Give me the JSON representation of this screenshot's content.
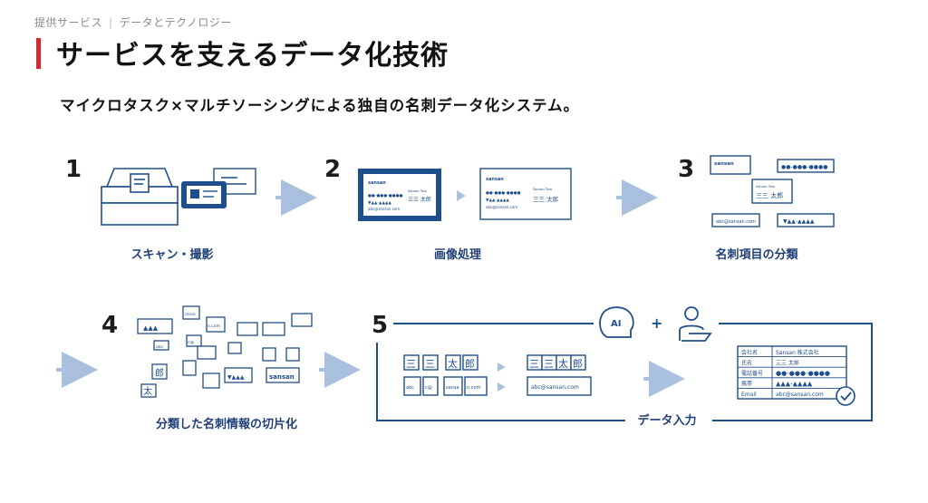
{
  "breadcrumb": {
    "section": "提供サービス",
    "page": "データとテクノロジー"
  },
  "title": "サービスを支えるデータ化技術",
  "subtitle": "マイクロタスク×マルチソーシングによる独自の名刺データ化システム。",
  "colors": {
    "accent": "#d7282f",
    "navy": "#1f4e8c",
    "arrow": "#a9c1de"
  },
  "steps": [
    {
      "num": "1",
      "caption": "スキャン・撮影"
    },
    {
      "num": "2",
      "caption": "画像処理"
    },
    {
      "num": "3",
      "caption": "名刺項目の分類"
    },
    {
      "num": "4",
      "caption": "分類した名刺情報の切片化"
    },
    {
      "num": "5",
      "caption": "データ入力"
    }
  ],
  "card": {
    "brand": "sansan",
    "name": "三三 太郎",
    "name_small": "Sansan Taro",
    "phone": "●●-●●●-●●●●",
    "mobile": "▼▲▲-▲▲▲▲",
    "email": "abc@sansan.com"
  },
  "fragments": {
    "name_chars": [
      "三",
      "三",
      "太",
      "郎"
    ],
    "email_parts": [
      "abc",
      "c@",
      "sansa",
      "n.com"
    ],
    "email_full": "abc@sansan.com",
    "loose_chars": [
      "郎",
      "太"
    ],
    "loose_bits": [
      "sansa",
      "n.com",
      "abc",
      "c@",
      "▲▲▲",
      "▼▲▲▲"
    ]
  },
  "ai_label": "AI",
  "plus": "+",
  "form": {
    "rows": [
      {
        "label": "会社名",
        "value": "Sansan 株式会社"
      },
      {
        "label": "氏名",
        "value": "三三 太郎"
      },
      {
        "label": "電話番号",
        "value": "●●-●●●-●●●●"
      },
      {
        "label": "携帯",
        "value": "▲▲▲-▲▲▲▲"
      },
      {
        "label": "Email",
        "value": "abc@sansan.com"
      }
    ]
  }
}
